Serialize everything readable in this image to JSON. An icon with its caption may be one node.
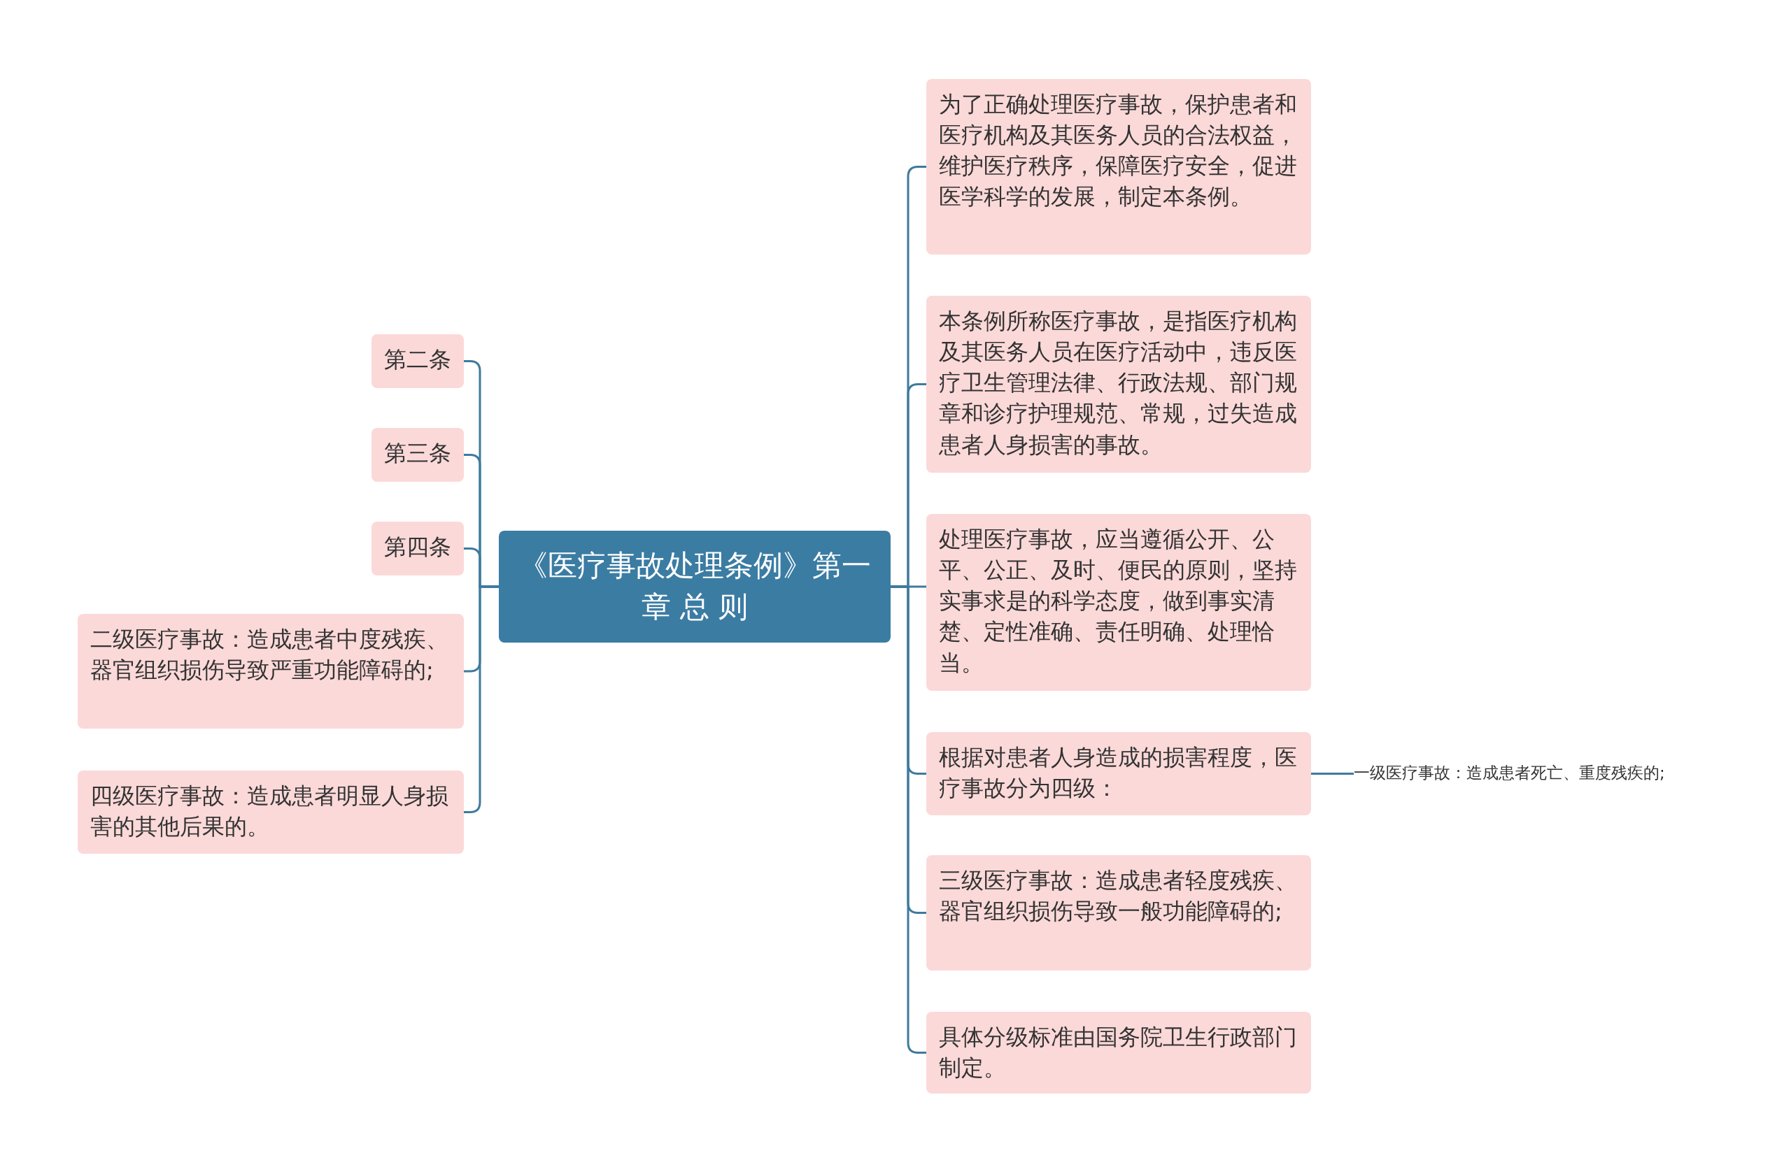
{
  "diagram": {
    "nodes": [
      {
        "text": [
          "《医疗事故处理条例》第一章 总 则"
        ]
      },
      {
        "text": [
          "第二条"
        ]
      },
      {
        "text": [
          "第三条"
        ]
      },
      {
        "text": [
          "第四条"
        ]
      },
      {
        "text": [
          "二级医疗事故：造成患者中度残疾、器官组织损伤导致严重功能障碍的;"
        ]
      },
      {
        "text": [
          "四级医疗事故：造成患者明显人身损害的其他后果的。"
        ]
      },
      {
        "text": [
          "为了正确处理医疗事故，保护患者和医疗机构及其医务人员的合法权益，维护医疗秩序，保障医疗安全，促进医学科学的发展，制定本条例。"
        ]
      },
      {
        "text": [
          "本条例所称医疗事故，是指医疗机构及其医务人员在医疗活动中，违反医疗卫生管理法律、行政法规、部门规章和诊疗护理规范、常规，过失造成患者人身损害的事故。"
        ]
      },
      {
        "text": [
          "处理医疗事故，应当遵循公开、公平、公正、及时、便民的原则，坚持实事求是的科学态度，做到事实清楚、定性准确、责任明确、处理恰当。"
        ]
      },
      {
        "text": [
          "根据对患者人身造成的损害程度，医疗事故分为四级："
        ]
      },
      {
        "text": [
          "三级医疗事故：造成患者轻度残疾、器官组织损伤导致一般功能障碍的;"
        ]
      },
      {
        "text": [
          "具体分级标准由国务院卫生行政部门制定。"
        ]
      },
      {
        "text": [
          "一级医疗事故：造成患者死亡、重度残疾的;"
        ]
      }
    ],
    "edges": [
      {
        "from": 0,
        "to": 1,
        "arrow": "none"
      },
      {
        "from": 0,
        "to": 2,
        "arrow": "none"
      },
      {
        "from": 0,
        "to": 3,
        "arrow": "none"
      },
      {
        "from": 0,
        "to": 4,
        "arrow": "none"
      },
      {
        "from": 0,
        "to": 5,
        "arrow": "none"
      },
      {
        "from": 0,
        "to": 6,
        "arrow": "none"
      },
      {
        "from": 0,
        "to": 7,
        "arrow": "none"
      },
      {
        "from": 0,
        "to": 8,
        "arrow": "none"
      },
      {
        "from": 0,
        "to": 9,
        "arrow": "none"
      },
      {
        "from": 0,
        "to": 10,
        "arrow": "none"
      },
      {
        "from": 0,
        "to": 11,
        "arrow": "none"
      },
      {
        "from": 9,
        "to": 12,
        "arrow": "none"
      }
    ]
  }
}
